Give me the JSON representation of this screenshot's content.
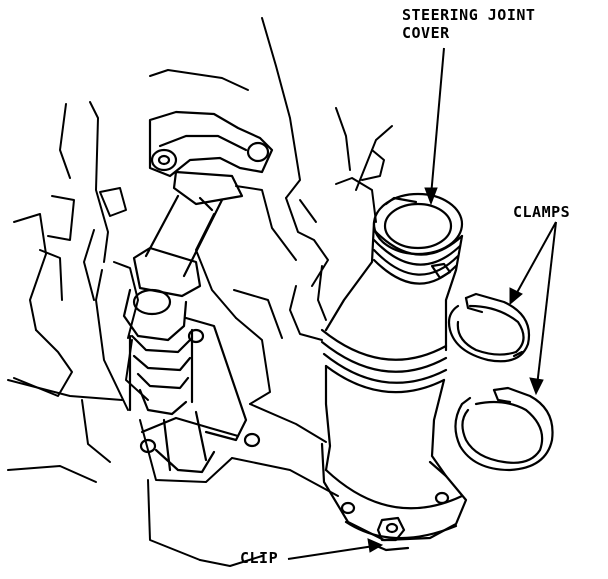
{
  "labels": {
    "steering_joint_cover_line1": "STEERING JOINT",
    "steering_joint_cover_line2": "COVER",
    "clamps": "CLAMPS",
    "clip": "CLIP"
  },
  "colors": {
    "ink": "#000000",
    "background": "#ffffff"
  }
}
